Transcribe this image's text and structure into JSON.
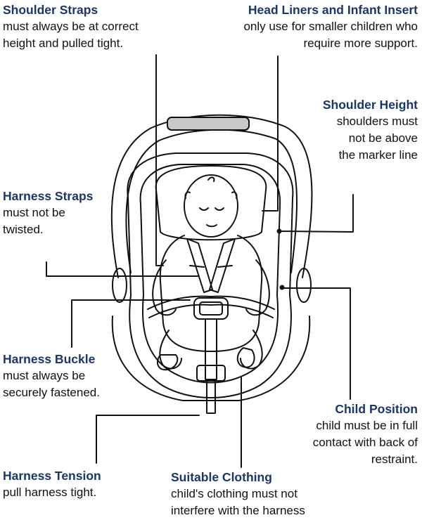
{
  "colors": {
    "title": "#1b3668",
    "line": "#111111",
    "handle_band": "#c8c8c8"
  },
  "callouts": {
    "shoulder_straps": {
      "title": "Shoulder Straps",
      "desc": "must always be at correct\nheight and pulled tight."
    },
    "head_liners": {
      "title": "Head Liners and Infant Insert",
      "desc": "only use for smaller children who\nrequire more support."
    },
    "shoulder_height": {
      "title": "Shoulder Height",
      "desc": "shoulders must\nnot be above\nthe marker line"
    },
    "harness_straps": {
      "title": "Harness Straps",
      "desc": "must not be\ntwisted."
    },
    "harness_buckle": {
      "title": "Harness Buckle",
      "desc": "must always be\nsecurely fastened."
    },
    "child_position": {
      "title": "Child Position",
      "desc": "child must be in full\ncontact with back of\nrestraint."
    },
    "harness_tension": {
      "title": "Harness Tension",
      "desc": "pull harness tight."
    },
    "suitable_clothing": {
      "title": "Suitable Clothing",
      "desc": "child's clothing must not\ninterfere with the harness"
    }
  }
}
